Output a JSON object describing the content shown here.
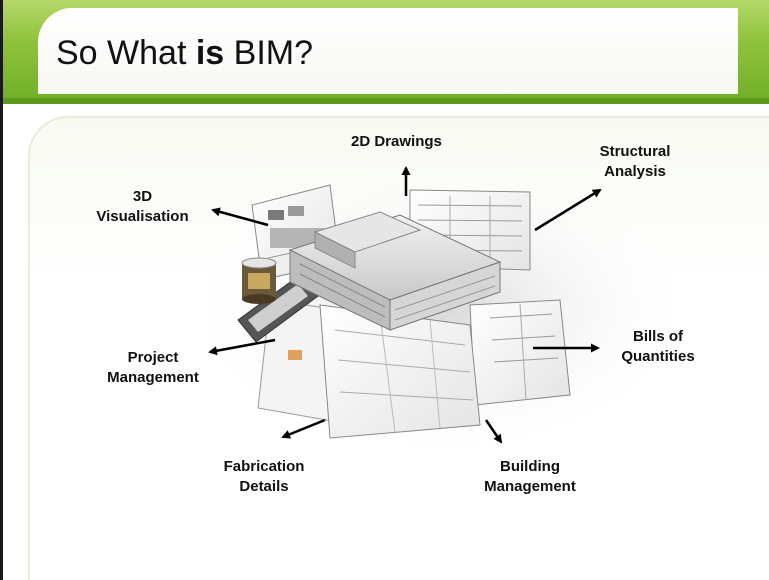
{
  "slide": {
    "title_pre": "So What ",
    "title_bold": "is",
    "title_post": " BIM?"
  },
  "labels": {
    "drawings_2d": "2D Drawings",
    "structural_1": "Structural",
    "structural_2": "Analysis",
    "visual_1": "3D",
    "visual_2": "Visualisation",
    "project_1": "Project",
    "project_2": "Management",
    "bills_1": "Bills of",
    "bills_2": "Quantities",
    "fabrication_1": "Fabrication",
    "fabrication_2": "Details",
    "building_1": "Building",
    "building_2": "Management"
  },
  "colors": {
    "header_green": "#8ec23c",
    "header_dark": "#5e9a1c",
    "text": "#111111"
  }
}
